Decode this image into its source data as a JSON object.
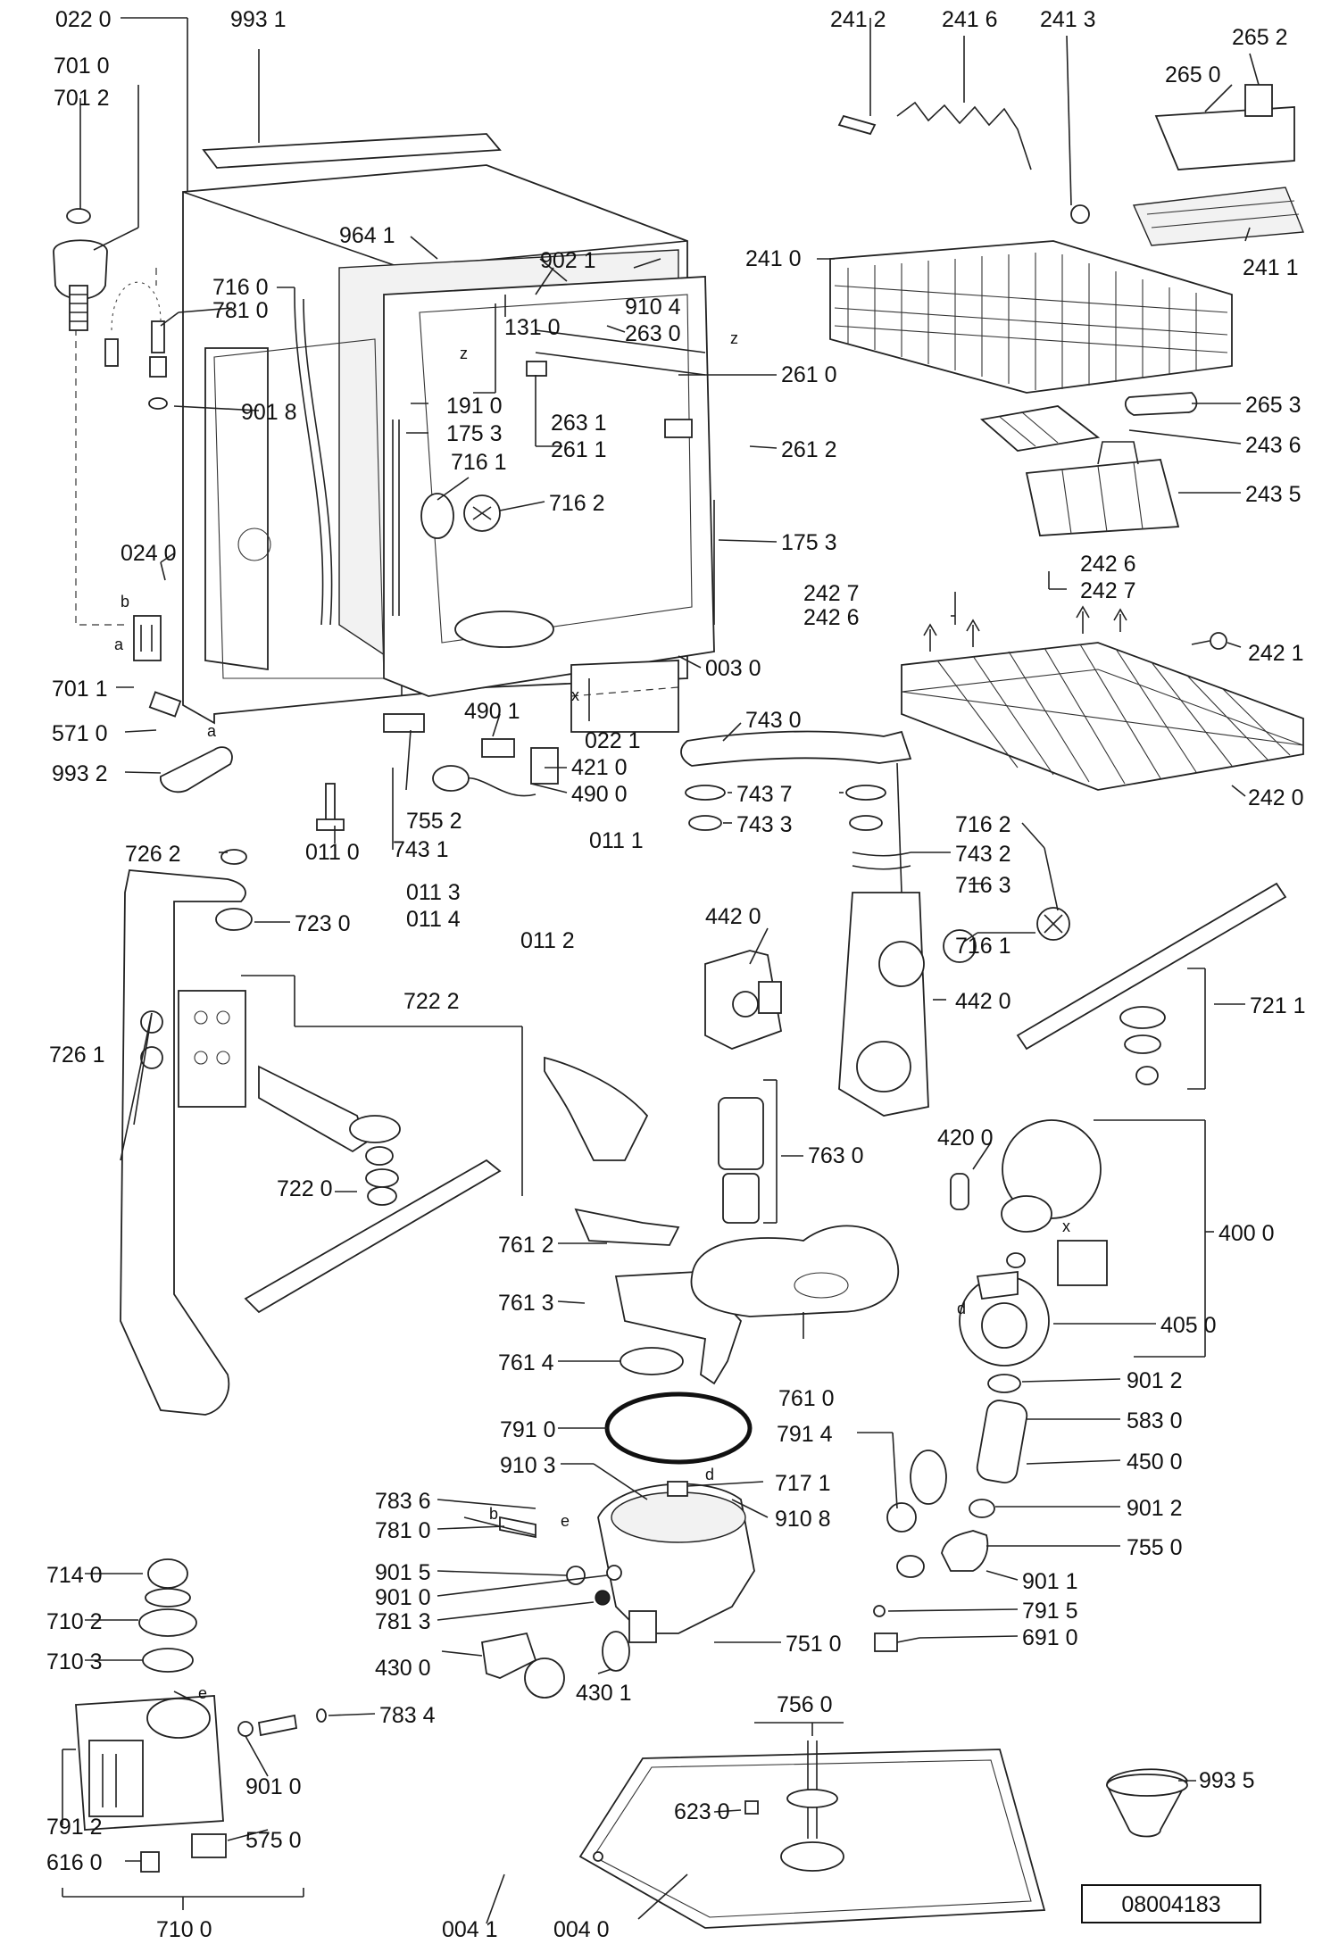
{
  "labels": {
    "p0220a": "022 0",
    "p9931": "993 1",
    "p7010": "701 0",
    "p7012": "701 2",
    "p7160": "716 0",
    "p7810a": "781 0",
    "p9018": "901 8",
    "p9641": "964 1",
    "p9021": "902 1",
    "p9104": "910 4",
    "p1310": "131 0",
    "p2630": "263 0",
    "p2610": "261 0",
    "p2631": "263 1",
    "p2611": "261 1",
    "p2612": "261 2",
    "p1910": "191 0",
    "p1753a": "175 3",
    "p7161a": "716 1",
    "p7162a": "716 2",
    "p1753b": "175 3",
    "p0240": "024 0",
    "p7011": "701 1",
    "p5710": "571 0",
    "p9932": "993 2",
    "p0030": "003 0",
    "p0221": "022 1",
    "p4901": "490 1",
    "p4210": "421 0",
    "p4900": "490 0",
    "p7552": "755 2",
    "p0110": "011 0",
    "p7431": "743 1",
    "p2412": "241 2",
    "p2416": "241 6",
    "p2413": "241 3",
    "p2652": "265 2",
    "p2650": "265 0",
    "p2410": "241 0",
    "p2411": "241 1",
    "p2653": "265 3",
    "p2436": "243 6",
    "p2435": "243 5",
    "p2426a": "242 6",
    "p2427a": "242 7",
    "p2427b": "242 7",
    "p2426b": "242 6",
    "p2421": "242 1",
    "p2420": "242 0",
    "p7430": "743 0",
    "p7437": "743 7",
    "p7433": "743 3",
    "p7432": "743 2",
    "p7162b": "716 2",
    "p7163": "716 3",
    "p7161b": "716 1",
    "p4420a": "442 0",
    "p4420b": "442 0",
    "p7211": "721 1",
    "p7262": "726 2",
    "p7230": "723 0",
    "p0111": "011 1",
    "p0113": "011 3",
    "p0114": "011 4",
    "p0112": "011 2",
    "p7222": "722 2",
    "p7261": "726 1",
    "p7220": "722 0",
    "p7630": "763 0",
    "p4200": "420 0",
    "p4000": "400 0",
    "p7612": "761 2",
    "p7613": "761 3",
    "p7614": "761 4",
    "p7610": "761 0",
    "p4050": "405 0",
    "p9012a": "901 2",
    "p5830": "583 0",
    "p7910": "791 0",
    "p7914": "791 4",
    "p4500": "450 0",
    "p9103": "910 3",
    "p7171": "717 1",
    "p9108": "910 8",
    "p9012b": "901 2",
    "p7836": "783 6",
    "p7810b": "781 0",
    "p7550": "755 0",
    "p9015": "901 5",
    "p9010a": "901 0",
    "p7813": "781 3",
    "p9011": "901 1",
    "p7915": "791 5",
    "p7510": "751 0",
    "p6910": "691 0",
    "p7140": "714 0",
    "p7102": "710 2",
    "p7103": "710 3",
    "p4300": "430 0",
    "p4301": "430 1",
    "p7834": "783 4",
    "p7560": "756 0",
    "p9010b": "901 0",
    "p9935": "993 5",
    "p6230": "623 0",
    "p7912": "791 2",
    "p5750": "575 0",
    "p6160": "616 0",
    "p7100": "710 0",
    "p0041": "004 1",
    "p0040": "004 0"
  },
  "letters": {
    "z1": "z",
    "z2": "z",
    "x1": "x",
    "x2": "x",
    "b1": "b",
    "a1": "a",
    "a2": "a",
    "d1": "d",
    "d2": "d",
    "e1": "e",
    "e2": "e",
    "b2": "b"
  },
  "drawing_number": "08004183"
}
